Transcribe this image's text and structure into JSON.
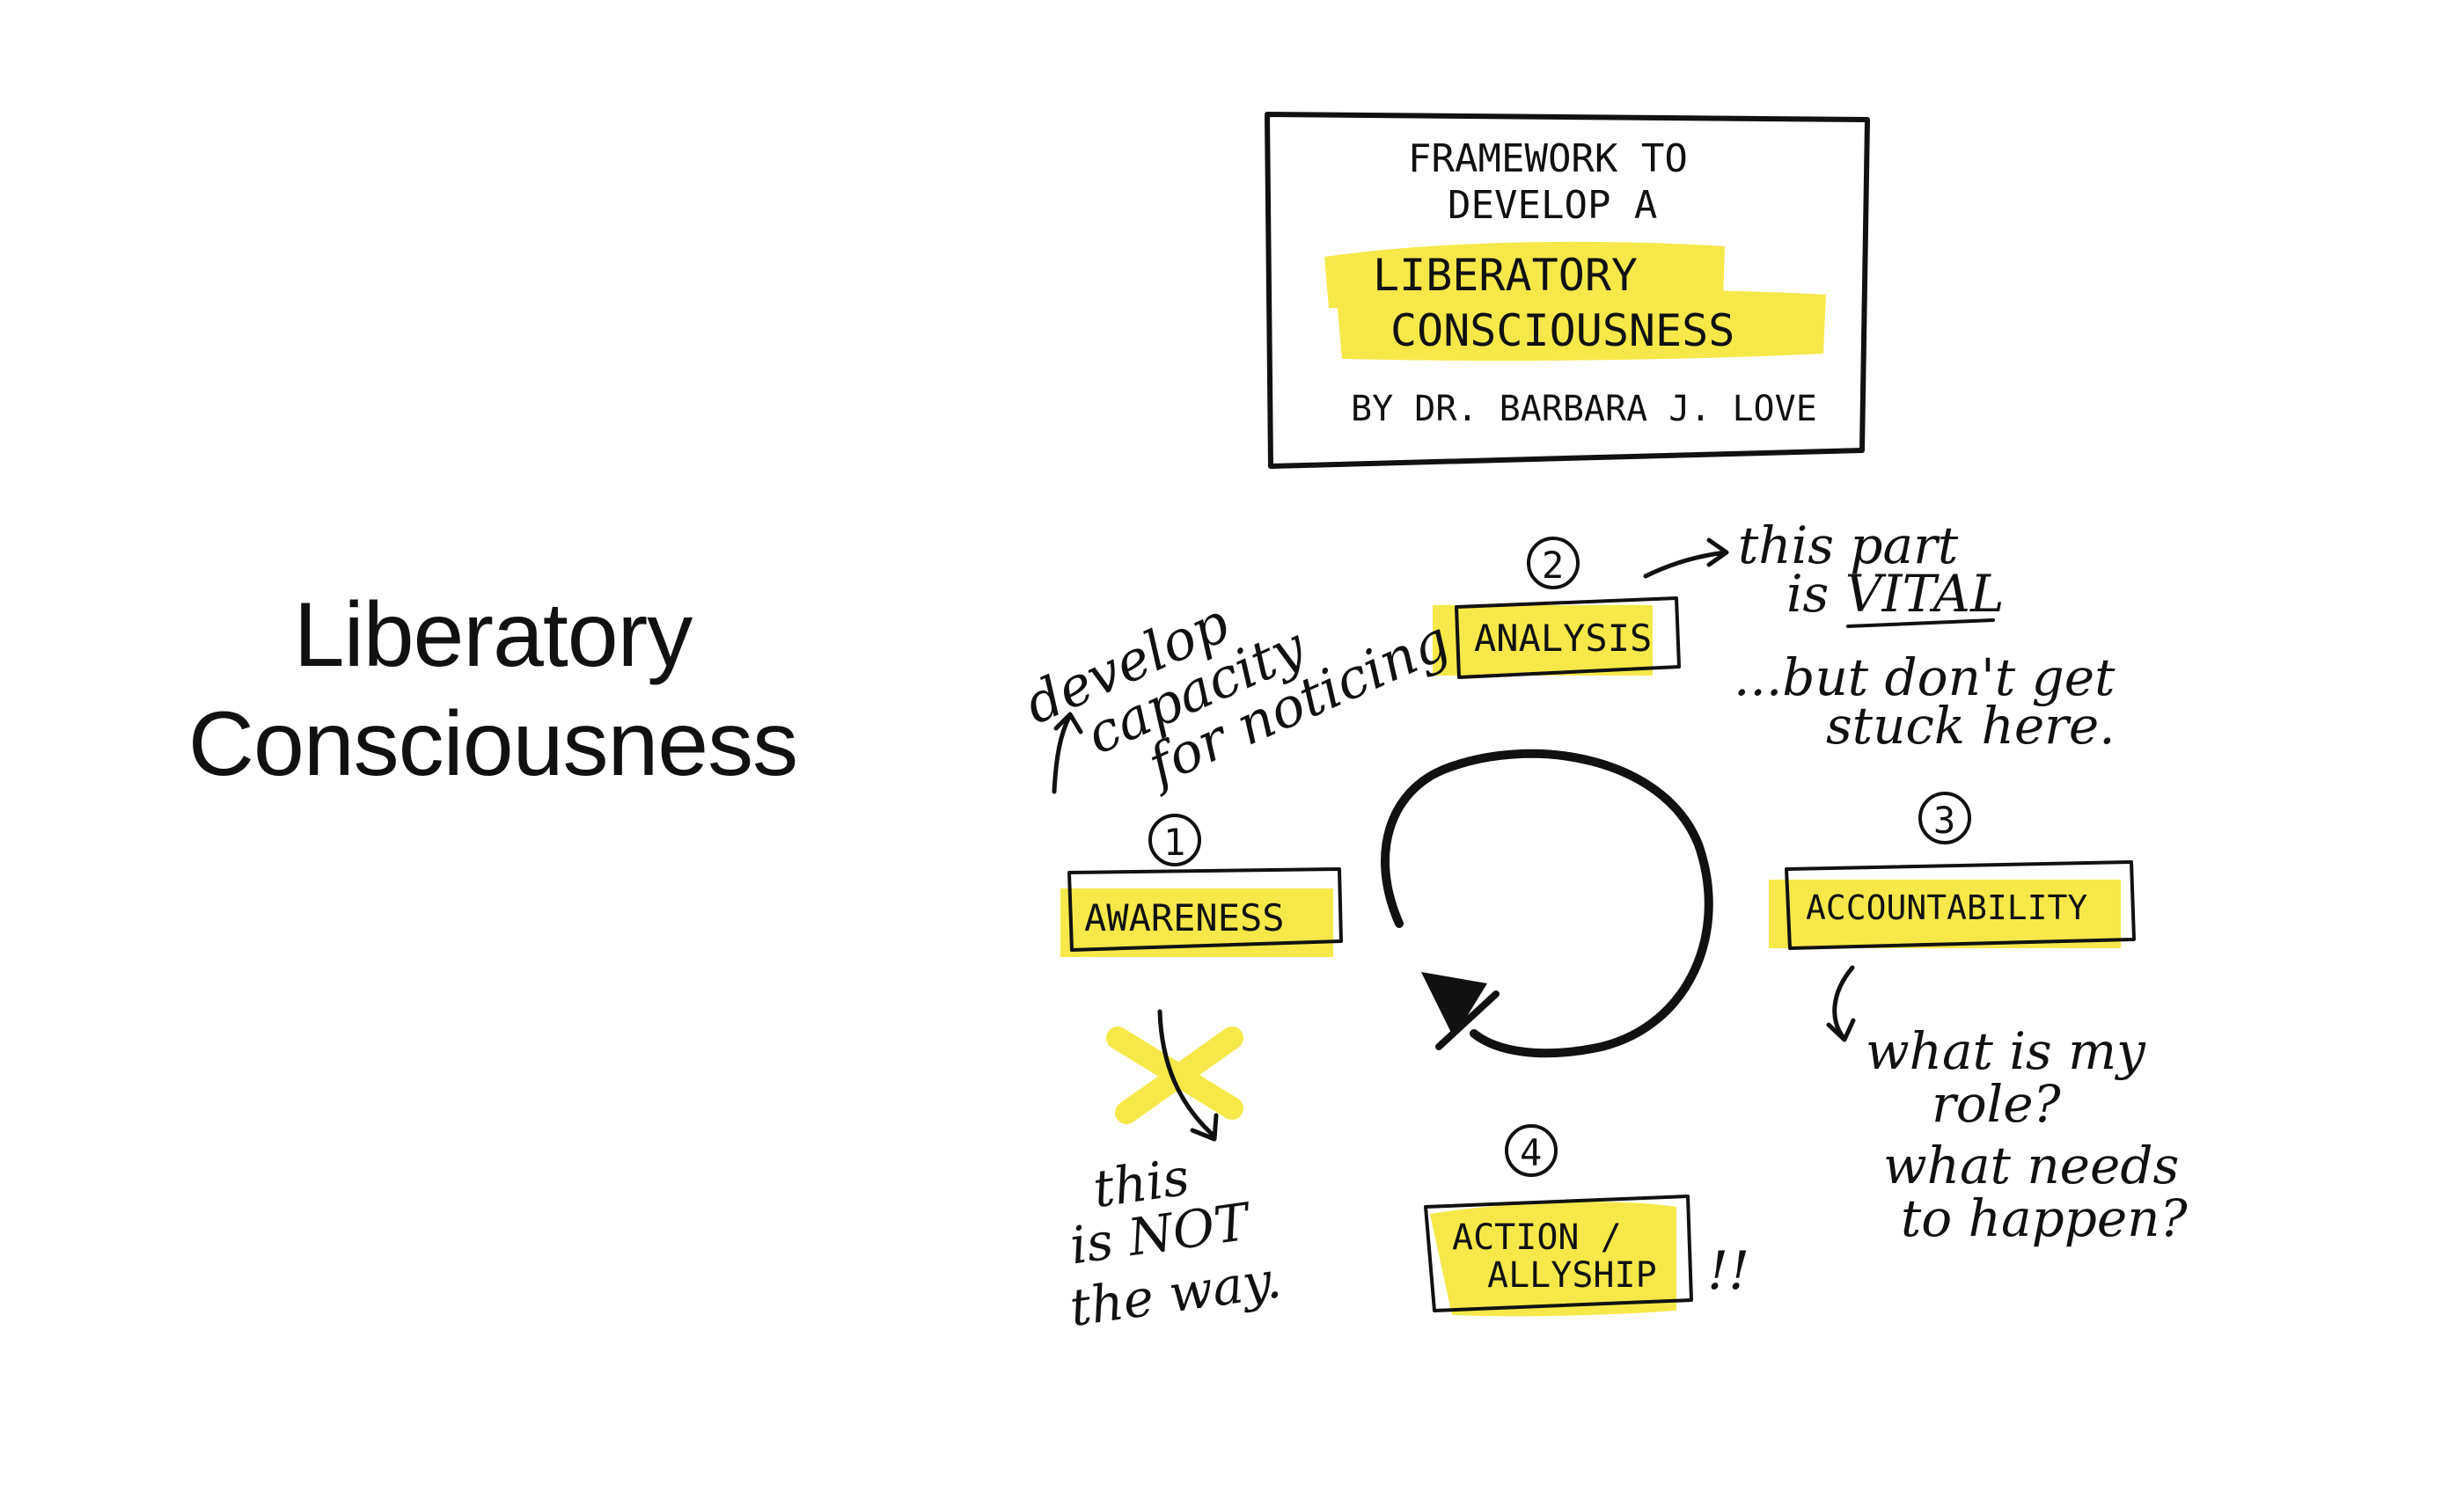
{
  "slide": {
    "title_line1": "Liberatory",
    "title_line2": "Consciousness"
  },
  "framework_box": {
    "line1": "FRAMEWORK TO",
    "line2": "DEVELOP A",
    "highlight1": "LIBERATORY",
    "highlight2": "CONSCIOUSNESS",
    "author": "BY DR. BARBARA J. LOVE"
  },
  "stages": [
    {
      "number": "1",
      "label": "AWARENESS"
    },
    {
      "number": "2",
      "label": "ANALYSIS"
    },
    {
      "number": "3",
      "label": "ACCOUNTABILITY"
    },
    {
      "number": "4",
      "label_line1": "ACTION /",
      "label_line2": "ALLYSHIP",
      "suffix": "!!"
    }
  ],
  "notes": {
    "awareness_note": [
      "develop",
      "capacity",
      "for noticing"
    ],
    "analysis_note_a": [
      "this part",
      "is VITAL"
    ],
    "analysis_note_b": [
      "...but don't get",
      "stuck here."
    ],
    "accountability_note": [
      "what is my",
      "role?",
      "what needs",
      "to happen?"
    ],
    "awareness_wrong": [
      "this",
      "is NOT",
      "the way."
    ]
  },
  "colors": {
    "highlight": "#f7e84a",
    "ink": "#111111"
  }
}
